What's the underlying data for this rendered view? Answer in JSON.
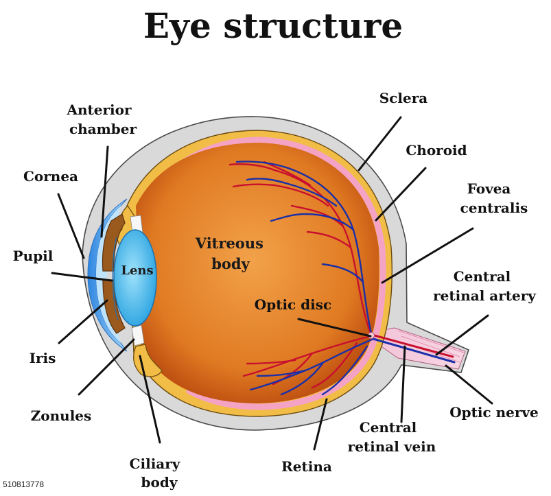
{
  "title": "Eye structure",
  "watermark": "510813778",
  "labels": {
    "anterior_chamber_1": "Anterior",
    "anterior_chamber_2": "chamber",
    "cornea": "Cornea",
    "pupil": "Pupil",
    "iris": "Iris",
    "zonules": "Zonules",
    "ciliary_body_1": "Ciliary",
    "ciliary_body_2": "body",
    "retina": "Retina",
    "central_retinal_vein_1": "Central",
    "central_retinal_vein_2": "retinal vein",
    "optic_nerve": "Optic nerve",
    "central_retinal_artery_1": "Central",
    "central_retinal_artery_2": "retinal artery",
    "fovea_centralis_1": "Fovea",
    "fovea_centralis_2": "centralis",
    "choroid": "Choroid",
    "sclera": "Sclera",
    "lens": "Lens",
    "vitreous_body_1": "Vitreous",
    "vitreous_body_2": "body",
    "optic_disc": "Optic disc"
  },
  "colors": {
    "sclera": "#dedede",
    "choroid": "#f2bd47",
    "retina": "#f6a8c8",
    "vitreous": "#e8852a",
    "cornea": "#5aaef0",
    "lens": "#5cc8f2",
    "iris": "#9a5a1e",
    "artery": "#c8102e",
    "vein": "#1a2fa8"
  }
}
